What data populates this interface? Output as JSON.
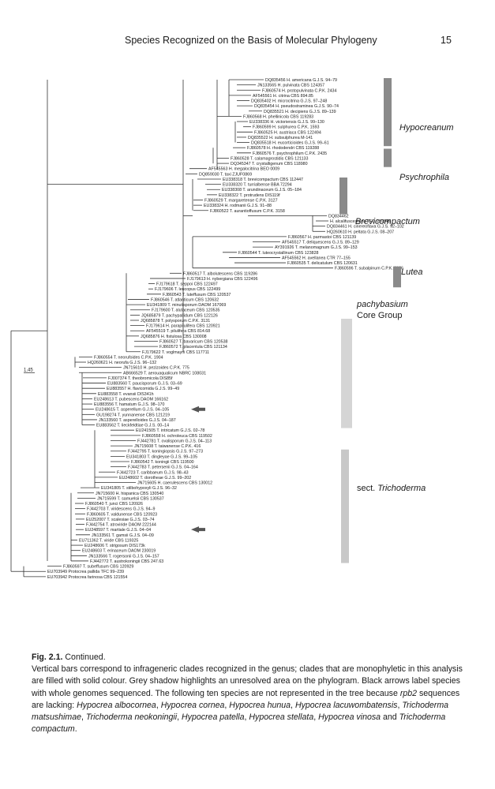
{
  "header": {
    "running_title": "Species Recognized on the Basis of Molecular Phylogeny",
    "page_number": "15"
  },
  "tree": {
    "scale_label": "1.45",
    "clades": [
      {
        "label": "Hypocreanum",
        "italic": true
      },
      {
        "label": "Psychrophila",
        "italic": true
      },
      {
        "label": "Brevicompactum",
        "italic": true
      },
      {
        "label": "Lutea",
        "italic": true
      },
      {
        "label": "pachybasium",
        "italic": true,
        "label2": "Core Group"
      },
      {
        "label": "sect. ",
        "italic": false,
        "label2": "Trichoderma"
      }
    ],
    "tips": [
      "DQ835456 H. americana G.J.S. 94–79",
      "JN133565 H. pulvinata CBS 124357",
      "FJ860574 H. protopulvinata C.P.K. 2434",
      "AF545561 H. citrina CBS 894.85",
      "DQ835402 H. microcitrina G.J.S. 97–248",
      "DQ835454 H. pseudostraminea G.J.S. 90–74",
      "DQ835521 H. decipiens G.J.S. 89–139",
      "FJ860568 H. phellinicola CBS 119283",
      "EU338336 H. victoriensis G.J.S. 99–130",
      "FJ860599 H. sulphurea C.P.K. 1593",
      "FJ860525 H. austriaca CBS 122494",
      "DQ835522 H. subsulphurea M-141",
      "DQ835518 H. eucorticioides G.J.S. 99–61",
      "FJ860578 H. rhododendri CBS 119288",
      "FJ860576 T. psychrophilum C.P.K. 2435",
      "FJ860528 T. calamagrostidis CBS 121133",
      "DQ345347 T. crystalligenum CBS 118980",
      "AF545563 H. megalocitrina BEO 0009",
      "DQ859030 T. taxi ZJUF0869",
      "EU338318 T. brevicompactum CBS 112447",
      "EU338320 T. turrialbense BBA 72294",
      "EU338308 T. arundinaceum G.J.S. 05–184",
      "EU338322 T. protrudens DIS119f",
      "FJ860529 T. margaretense C.P.K. 3127",
      "EU338324 H. rodmanii G.J.S. 91–88",
      "FJ860522 T. aurantioffusum C.P.K. 3158",
      "DQ834462",
      "H. alcalifuscescens TFC 181548",
      "DQ834461 H. cinereoflava G.J.S. 92–102",
      "HQ260610 H. peltata G.J.S. 08–207",
      "FJ860567 H. parmastoi CBS 121139",
      "AF545517 T. deliquescens G.J.S. 89–129",
      "AY391926 T. melanomagnum G.J.S. 99–153",
      "FJ860544 T. luteocrystallinum CBS 123828",
      "AF545562 H. avellanea CTR 77–155",
      "FJ860535 T. delicatulum CBS 120631",
      "FJ860596 T. subalpinum C.P.K. 3126",
      "FJ860517 T. albolutescens CBS 119286",
      "FJ179613 H. nybergiana CBS 122496",
      "FJ179618 T. seppoi CBS 122497",
      "FJ179606 T. leucopus CBS 122499",
      "FJ860543 T. luteffusum CBS 120537",
      "FJ860546 T. atlanticum CBS 120632",
      "EU341809 T. minutisporum DAOM 167069",
      "FJ179600 T. alutaceum CBS 120535",
      "JQ685879 T. pachypallidum CBS 122126",
      "JQ685878 T. polysporum C.P.K. 3131",
      "FJ179614 H. parapilulifera CBS 120921",
      "AF545519 T. pilulifera CBS 814.68",
      "JQ685876 H. fistulosa CBS 130008",
      "FJ860527 T. bavaricum CBS 120538",
      "FJ860572 T. placentula CBS 121134",
      "FJ179622 T. voglmayrii CBS 117711",
      "FJ860554 T. neorufoides C.P.K. 1904",
      "HQ260621 H. neorufa G.J.S. 96–132",
      "JN715610 H. pezizoides C.P.K. 775",
      "AB666529 T. aerouaqualicum NBRC 108031",
      "FJ007374 T. theobromicola DIS85f",
      "EU883560 T. paucisporum G.J.S. 03–69",
      "EU883557 H. flavicomida G.J.S. 99–49",
      "EU883558 T. evansii DIS341h",
      "EU248613 T. pubescens DAOM 166162",
      "EU883556 T. hamatum G.J.S. 98–170",
      "EU248615 T. asperellum G.J.S. 04–105",
      "GU198274 T. yunnanense CBS 121219",
      "JN133560 T. asperelloides G.J.S. 04–187",
      "EU883562 T. lieckfeldtiae G.J.S. 00–14",
      "EU241505 T. intricatum G.J.S. 02–78",
      "FJ860558 H. ochroleuca CBS 119502",
      "FJ442781 T. ovalisporum G.J.S. 04–113",
      "JN715608 T. taiwanense C.P.K. 416",
      "FJ442795 T. koningiopsis G.J.S. 97–273",
      "EU341803 T. dingleyae G.J.S. 99–105",
      "FJ860542 T. koningii CBS 119500",
      "FJ442783 T. petersenii G.J.S. 04–164",
      "FJ442723 T. caribbaeum G.J.S. 98–43",
      "EU248602 T. dorotheae G.J.S. 99–202",
      "JN715605 H. caerulescens CBS 130012",
      "EU341805 T. stilbohypoxyli G.J.S. 96–32",
      "JN715600 H. hispanica CBS 130540",
      "JN715599 T. samuelsii CBS 130537",
      "FJ860540 T. junci CBS 120926",
      "FJ442703 T. viridescens G.J.S. 94–9",
      "FJ860605 T. valdunense CBS 120923",
      "EU252007 T. scalesiae G.J.S. 03–74",
      "FJ442754 T. atroviride DAOM 222144",
      "EU248597 T. martiale G.J.S. 04–04",
      "JN133561 T. gamsii G.J.S. 04–09",
      "EU711362 T. viride CBS 119325",
      "EU248606 T. strigosum DIS173k",
      "EU248603 T. erinaceum DAOM 230019",
      "JN133566 T. rogersonii G.J.S. 04–157",
      "FJ442772 T. austrokoningii CBS 247.63",
      "FJ860597 T. subeffusum CBS 120929",
      "EU703949 Protocrea pallida TFC 99–239",
      "EU703942 Protocrea farinosa CBS 121554"
    ]
  },
  "caption": {
    "label": "Fig. 2.1.",
    "part1": " Continued.",
    "part2": "Vertical bars correspond to infrageneric clades recognized in the genus; clades that are monophyletic in this analysis are filled with solid colour. Grey shadow highlights an unresolved area on the phylogram. Black arrows label species with whole genomes sequenced. The following ten species are not represented in the tree because ",
    "gene": "rpb2",
    "part3": " sequences are lacking: ",
    "species": [
      "Hypocrea albocornea",
      "Hypocrea cornea",
      "Hypocrea hunua",
      "Hypocrea lacuwombatensis",
      "Trichoderma matsushimae",
      "Trichoderma neokoningii",
      "Hypocrea patella",
      "Hypocrea stellata",
      "Hypocrea vinosa"
    ],
    "conjunction": " and ",
    "last_species": "Trichoderma compactum",
    "end": "."
  }
}
